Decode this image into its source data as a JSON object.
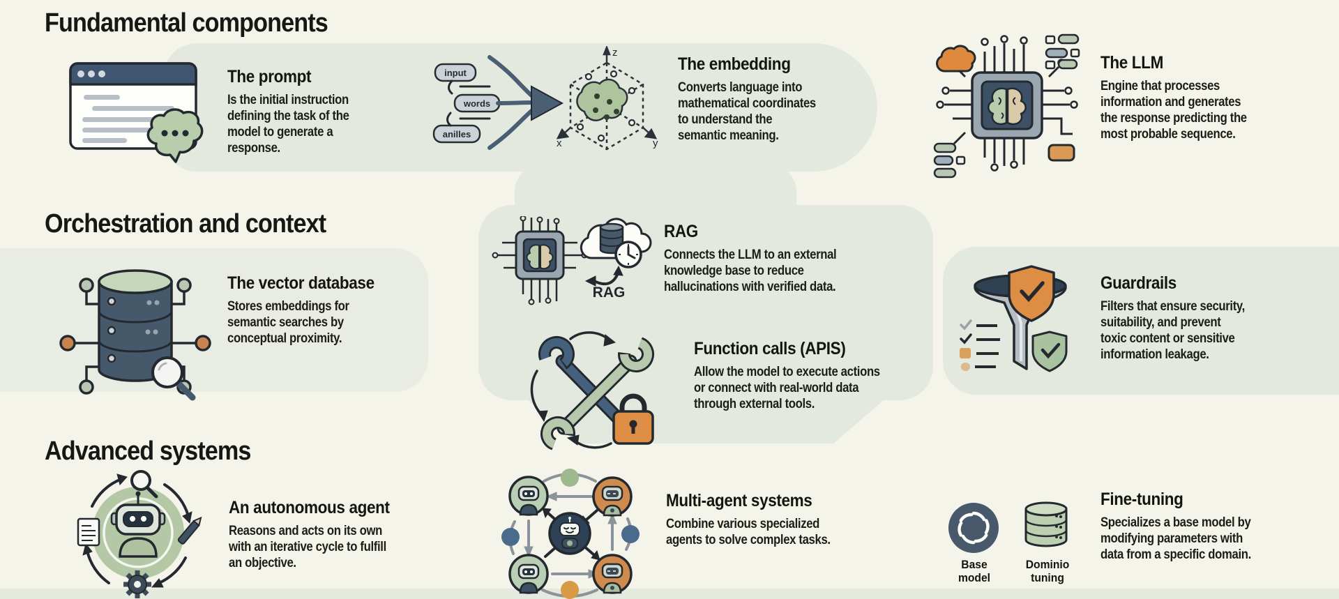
{
  "colors": {
    "background": "#f5f4ea",
    "band_green": "#e3e9df",
    "text_dark": "#1d1d18",
    "slate_navy": "#3f5570",
    "chip_gray": "#9aa7b0",
    "leaf_green": "#b6cbaa",
    "accent_orange": "#dd8e44",
    "steel_blue": "#4b6b8d"
  },
  "sections": {
    "fundamental": {
      "title": "Fundamental components"
    },
    "orchestration": {
      "title": "Orchestration and context"
    },
    "advanced": {
      "title": "Advanced systems"
    }
  },
  "items": {
    "prompt": {
      "title": "The prompt",
      "desc": "Is the initial instruction\ndefining the task of the\nmodel to generate a\nresponse."
    },
    "embedding": {
      "title": "The embedding",
      "desc": "Converts language into\nmathematical coordinates\nto understand the\nsemantic meaning.",
      "labels": {
        "input": "input",
        "words": "words",
        "anilles": "anilles",
        "x": "x",
        "y": "y",
        "z": "z"
      }
    },
    "llm": {
      "title": "The LLM",
      "desc": "Engine that processes\ninformation and generates\nthe response predicting the\nmost probable sequence."
    },
    "vector_db": {
      "title": "The vector database",
      "desc": "Stores embeddings for\nsemantic searches by\nconceptual proximity."
    },
    "rag": {
      "title": "RAG",
      "desc": "Connects the LLM to an external\nknowledge base to reduce\nhallucinations with verified data.",
      "icon_label": "RAG"
    },
    "function_calls": {
      "title": "Function calls (APIS)",
      "desc": "Allow the model to execute actions\nor connect with real-world data\nthrough external tools."
    },
    "guardrails": {
      "title": "Guardrails",
      "desc": "Filters that ensure security,\nsuitability, and prevent\ntoxic content or sensitive\ninformation leakage."
    },
    "agent": {
      "title": "An autonomous agent",
      "desc": "Reasons and acts on its own\nwith an iterative cycle to fulfill\nan objective."
    },
    "multi_agent": {
      "title": "Multi-agent systems",
      "desc": "Combine various specialized\nagents to solve complex tasks."
    },
    "fine_tuning": {
      "title": "Fine-tuning",
      "desc": "Specializes a base model by\nmodifying parameters with\ndata from a specific domain.",
      "base_label": "Base\nmodel",
      "domain_label": "Dominio\ntuning"
    }
  }
}
